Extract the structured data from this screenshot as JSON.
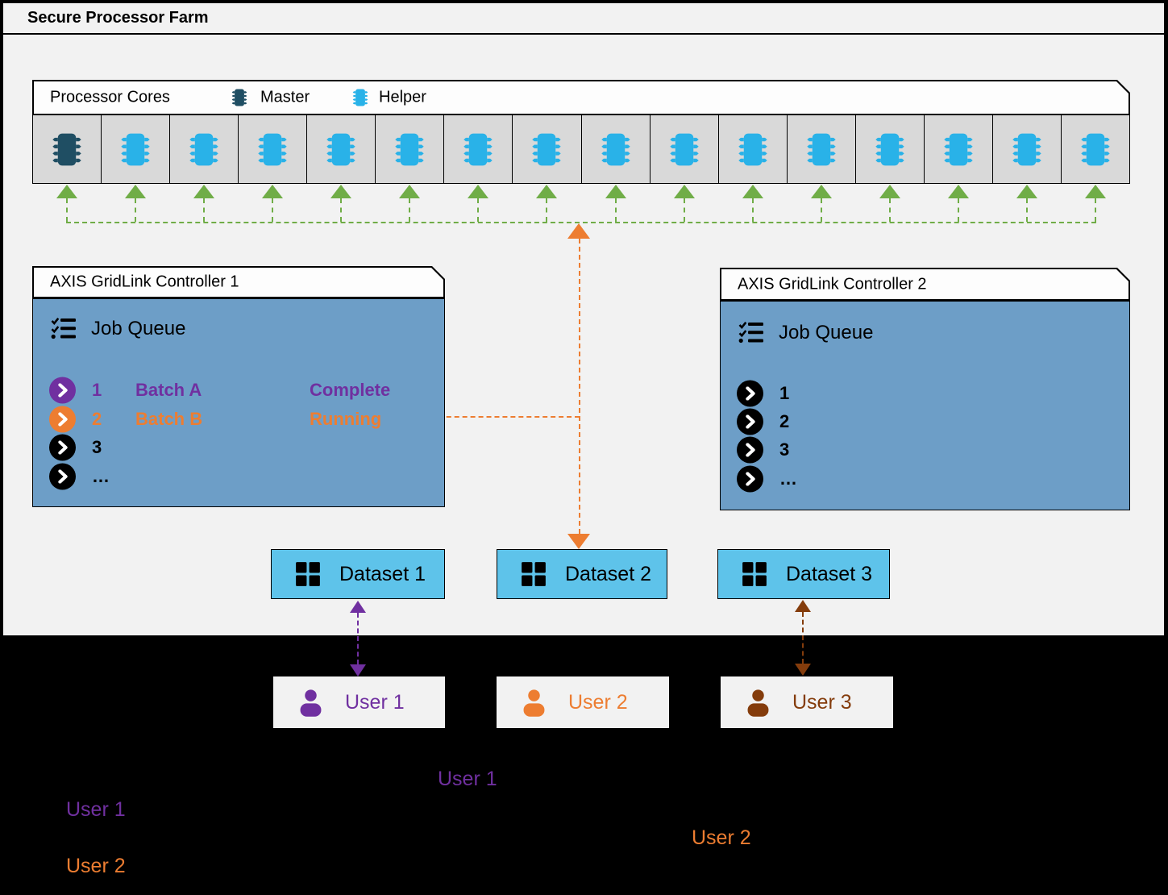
{
  "title": "Secure Processor Farm",
  "cores": {
    "label": "Processor Cores",
    "legend": {
      "master": "Master",
      "helper": "Helper"
    },
    "cells": [
      "master",
      "helper",
      "helper",
      "helper",
      "helper",
      "helper",
      "helper",
      "helper",
      "helper",
      "helper",
      "helper",
      "helper",
      "helper",
      "helper",
      "helper",
      "helper"
    ]
  },
  "controllers": [
    {
      "title": "AXIS GridLink Controller 1",
      "queue_label": "Job Queue",
      "jobs": [
        {
          "num": "1",
          "name": "Batch A",
          "status": "Complete",
          "theme": "purple"
        },
        {
          "num": "2",
          "name": "Batch B",
          "status": "Running",
          "theme": "orange"
        },
        {
          "num": "3",
          "name": "",
          "status": "",
          "theme": "black"
        },
        {
          "num": "…",
          "name": "",
          "status": "",
          "theme": "black"
        }
      ]
    },
    {
      "title": "AXIS GridLink Controller 2",
      "queue_label": "Job Queue",
      "jobs": [
        {
          "num": "1",
          "theme": "black"
        },
        {
          "num": "2",
          "theme": "black"
        },
        {
          "num": "3",
          "theme": "black"
        },
        {
          "num": "…",
          "theme": "black"
        }
      ]
    }
  ],
  "datasets": [
    {
      "label": "Dataset 1"
    },
    {
      "label": "Dataset 2"
    },
    {
      "label": "Dataset 3"
    }
  ],
  "users": [
    {
      "label": "User 1",
      "theme": "purple"
    },
    {
      "label": "User 2",
      "theme": "orange"
    },
    {
      "label": "User 3",
      "theme": "brown"
    }
  ],
  "floating_labels": [
    {
      "text": "User 1",
      "theme": "purple"
    },
    {
      "text": "User 1",
      "theme": "purple"
    },
    {
      "text": "User 2",
      "theme": "orange"
    },
    {
      "text": "User 2",
      "theme": "orange"
    }
  ],
  "colors": {
    "purple": "#7030a0",
    "orange": "#ed7d31",
    "brown": "#843c0c",
    "green": "#70ad47",
    "master_chip": "#1f4e63",
    "helper_chip": "#29b2e8",
    "controller_body": "#6d9ec7",
    "dataset_fill": "#5ec3ea",
    "panel_bg": "#f2f2f2",
    "core_cell_bg": "#d9d9d9",
    "outer_bg": "#000000"
  }
}
